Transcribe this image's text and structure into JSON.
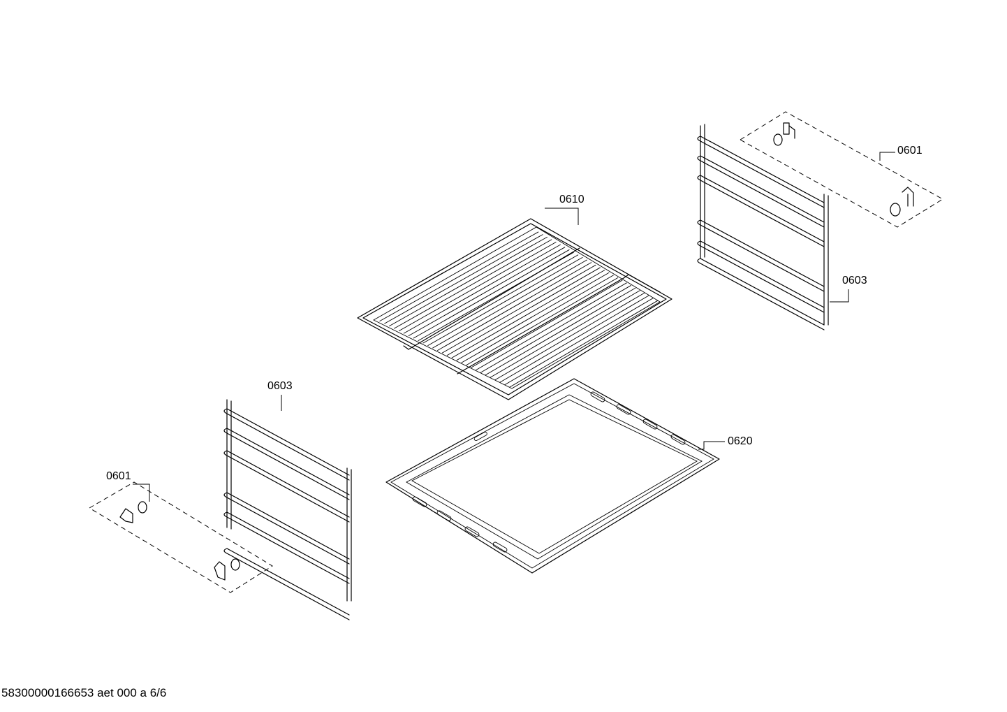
{
  "labels": {
    "rack": "0610",
    "tray": "0620",
    "rail_right": "0603",
    "rail_left": "0603",
    "clip_right": "0601",
    "clip_left": "0601"
  },
  "footer": "58300000166653 aet 000 a 6/6"
}
